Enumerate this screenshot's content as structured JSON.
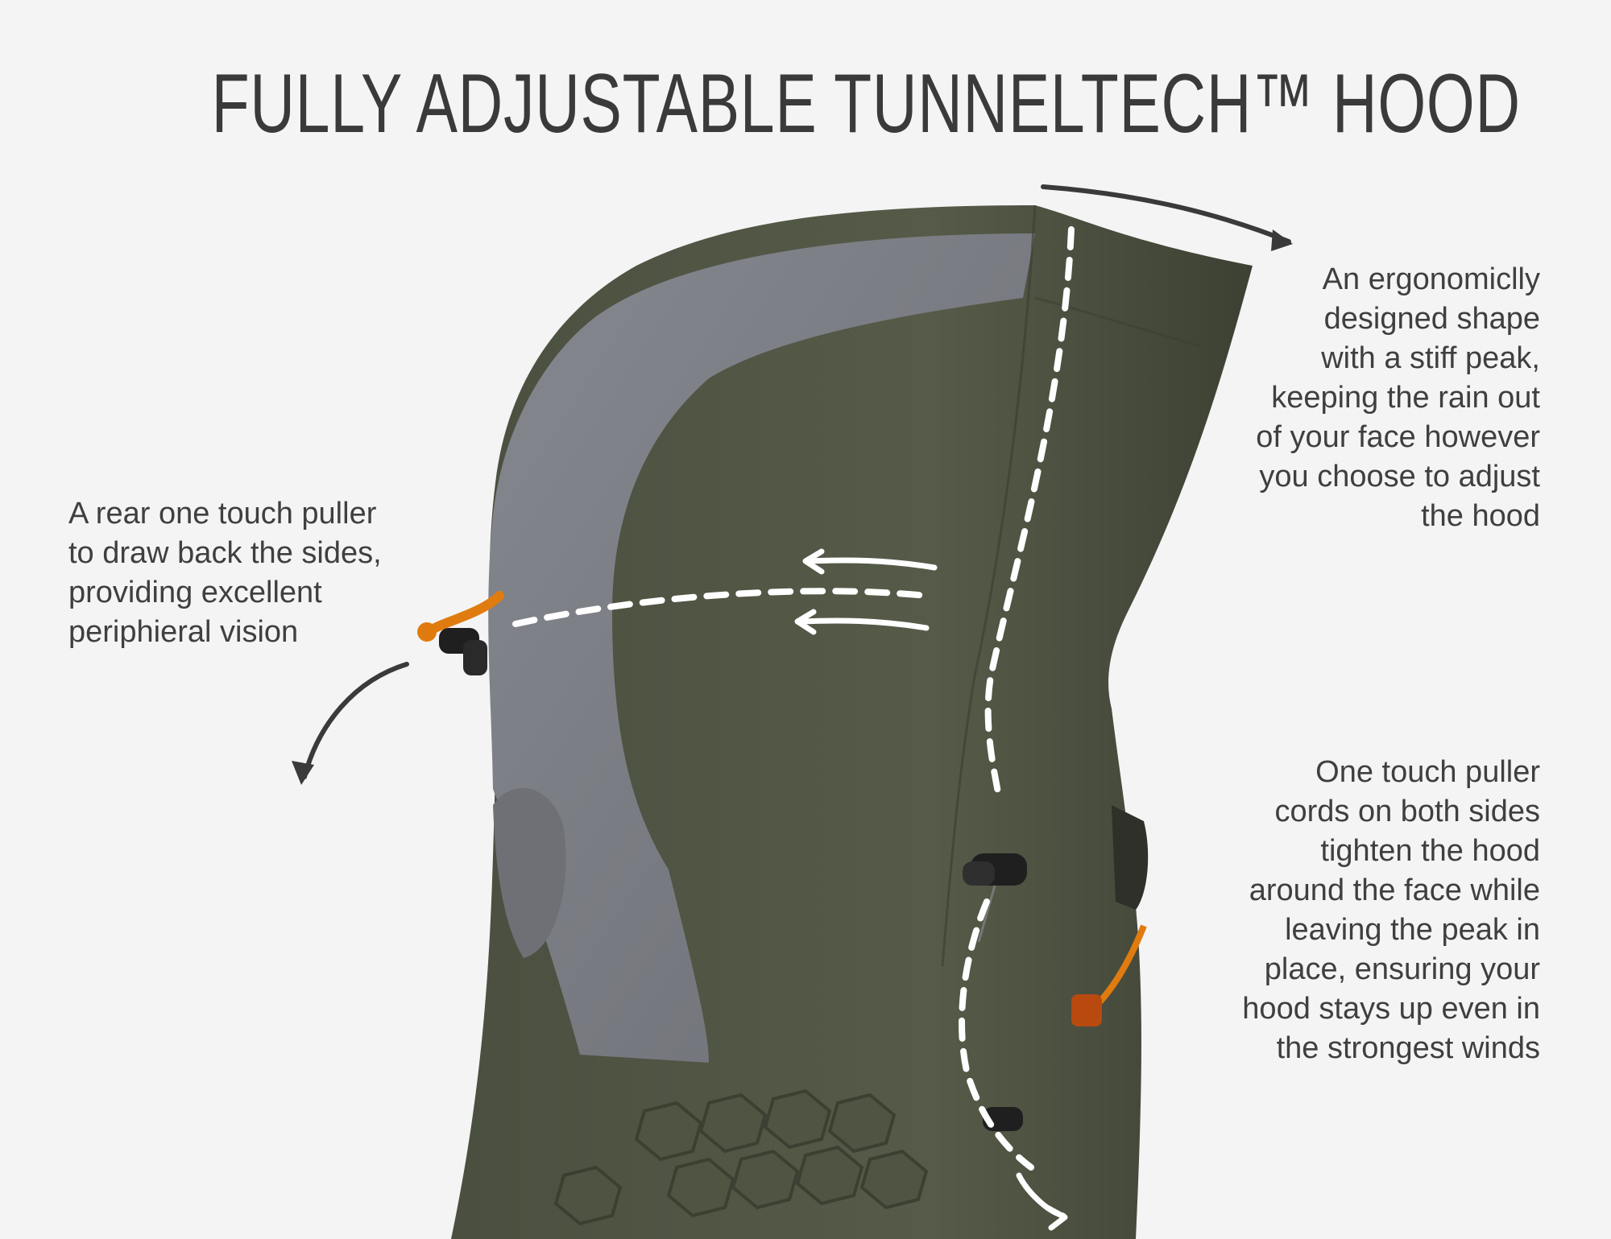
{
  "title": "FULLY ADJUSTABLE TUNNELTECH™ HOOD",
  "callouts": {
    "peak": {
      "lines": [
        "An ergonomiclly",
        "designed shape",
        "with a stiff peak,",
        "keeping the rain out",
        "of your face however",
        "you choose to adjust",
        "the hood"
      ]
    },
    "rear": {
      "lines": [
        "A rear one touch puller",
        "to draw back the sides,",
        "providing excellent",
        "periphieral vision"
      ]
    },
    "side": {
      "lines": [
        "One touch puller",
        "cords on both sides",
        "tighten the hood",
        "around the face while",
        "leaving the peak in",
        "place, ensuring your",
        "hood stays up even in",
        "the strongest winds"
      ]
    }
  },
  "colors": {
    "background": "#f4f4f4",
    "hood_green": "#4c5141",
    "hood_green_dark": "#3f4335",
    "panel_grey": "#73757a",
    "panel_grey_light": "#85878c",
    "cord_orange": "#e07b10",
    "arrow_dark": "#3a3a3a",
    "text": "#3f3f3f"
  }
}
